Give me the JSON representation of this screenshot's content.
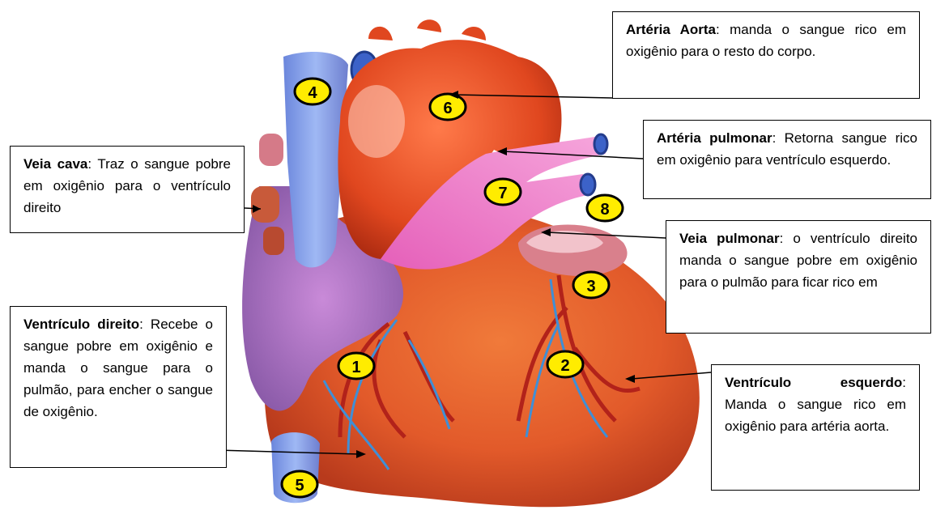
{
  "colors": {
    "aorta": "#e0471f",
    "vena_cava": "#7f9ee8",
    "pulmonary_artery": "#e978c8",
    "myocardium": "#e25a2a",
    "coronary_artery": "#b2221a",
    "coronary_vein": "#3f8fd6",
    "marker_fill": "#ffec00"
  },
  "callouts": {
    "aorta": {
      "term": "Artéria Aorta",
      "text": ": manda o sangue rico em oxigênio para o resto do corpo."
    },
    "pulmonary_artery": {
      "term": "Artéria pulmonar",
      "text": ": Retorna sangue rico em oxigênio para ventrículo esquerdo."
    },
    "vena_cava": {
      "term": "Veia cava",
      "text": ": Traz o sangue pobre em oxigênio para o ventrículo direito"
    },
    "pulmonary_vein": {
      "term": "Veia pulmonar",
      "text": ": o ventrículo direito manda o sangue pobre em oxigênio para o pulmão para ficar rico em"
    },
    "right_ventricle": {
      "term": "Ventrículo direito",
      "text": ": Recebe o sangue pobre em oxigênio e manda o sangue para o pulmão, para encher o sangue de oxigênio."
    },
    "left_ventricle": {
      "term": "Ventrículo esquerdo",
      "text": ": Manda o sangue rico em oxigênio para artéria aorta."
    }
  },
  "markers": [
    "1",
    "2",
    "3",
    "4",
    "5",
    "6",
    "7",
    "8"
  ]
}
